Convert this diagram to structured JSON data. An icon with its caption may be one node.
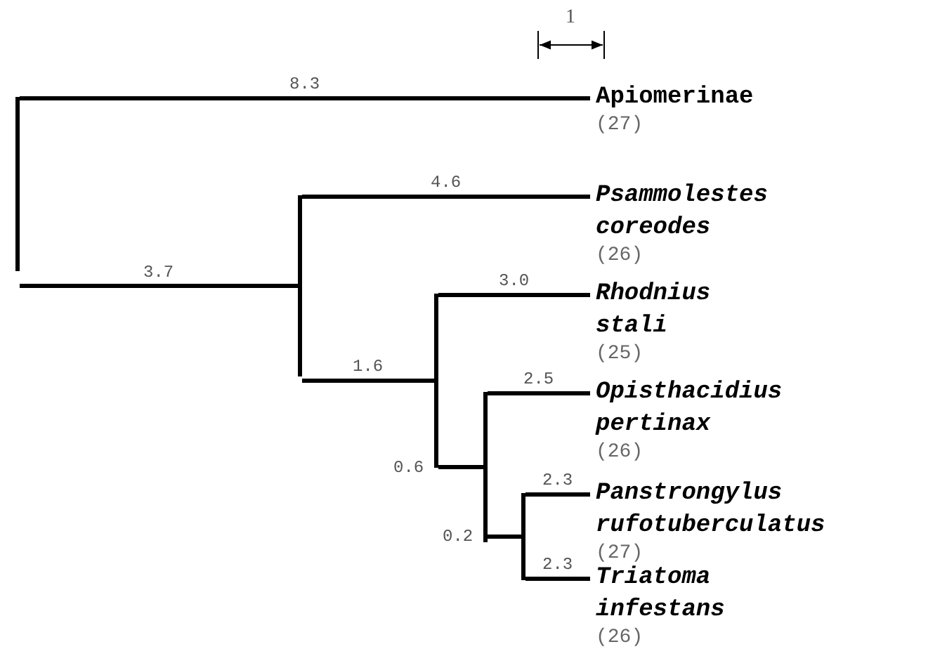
{
  "diagram": {
    "nodes": [
      {
        "text": [],
        "shape": "point"
      },
      {
        "text": [
          "Apiomerinae"
        ],
        "beside": [
          "(27)"
        ]
      },
      {
        "text": [],
        "shape": "point"
      },
      {
        "text": [
          "Psammolestes coreodes"
        ],
        "beside": [
          "(26)"
        ]
      },
      {
        "text": [],
        "shape": "point"
      },
      {
        "text": [
          "Rhodnius stali"
        ],
        "beside": [
          "(25)"
        ]
      },
      {
        "text": [],
        "shape": "point"
      },
      {
        "text": [
          "Opisthacidius pertinax"
        ],
        "beside": [
          "(26)"
        ]
      },
      {
        "text": [],
        "shape": "point"
      },
      {
        "text": [
          "Panstrongylus rufotuberculatus"
        ],
        "beside": [
          "(27)"
        ]
      },
      {
        "text": [
          "Triatoma infestans"
        ],
        "beside": [
          "(26)"
        ]
      }
    ],
    "edges": [
      {
        "from": 0,
        "to": 1,
        "arrow": "none",
        "label": "8.3"
      },
      {
        "from": 0,
        "to": 2,
        "arrow": "none",
        "label": "3.7"
      },
      {
        "from": 2,
        "to": 3,
        "arrow": "none",
        "label": "4.6"
      },
      {
        "from": 2,
        "to": 4,
        "arrow": "none",
        "label": "1.6"
      },
      {
        "from": 4,
        "to": 5,
        "arrow": "none",
        "label": "3.0"
      },
      {
        "from": 4,
        "to": 6,
        "arrow": "none",
        "label": "0.6"
      },
      {
        "from": 6,
        "to": 7,
        "arrow": "none",
        "label": "2.5"
      },
      {
        "from": 6,
        "to": 8,
        "arrow": "none",
        "label": "0.2"
      },
      {
        "from": 8,
        "to": 9,
        "arrow": "none",
        "label": "2.3"
      },
      {
        "from": 8,
        "to": 10,
        "arrow": "none",
        "label": "2.3"
      }
    ],
    "labels": [
      "1"
    ]
  }
}
